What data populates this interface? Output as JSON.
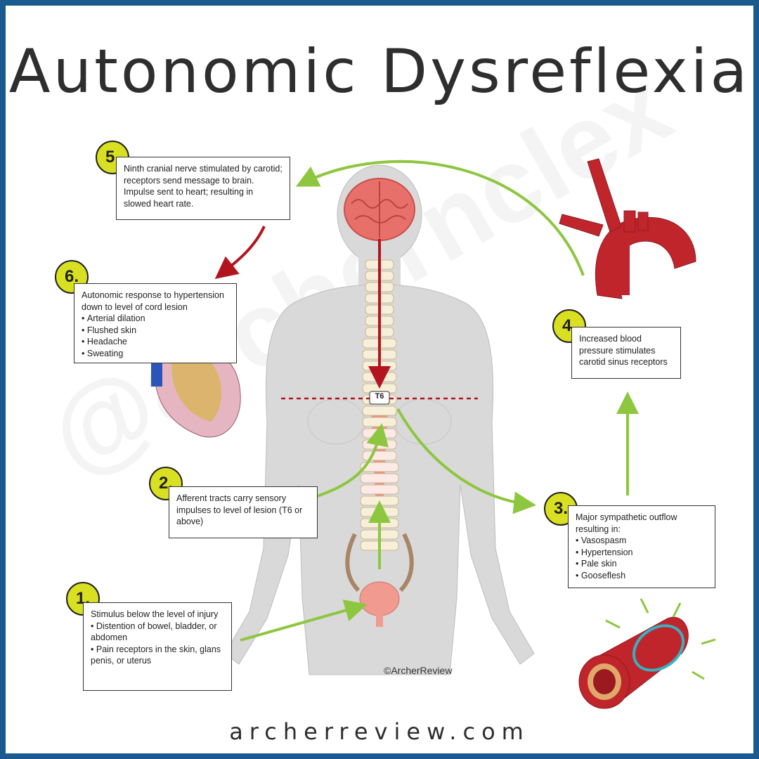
{
  "title": "Autonomic Dysreflexia",
  "footer": "archerreview.com",
  "credit": "©ArcherReview",
  "watermark": "@archernclex",
  "level_label": "T6",
  "steps": [
    {
      "number": "1.",
      "text": "Stimulus below the level of injury",
      "bullets": [
        "Distention of bowel, bladder, or abdomen",
        "Pain receptors in the skin, glans penis, or uterus"
      ]
    },
    {
      "number": "2.",
      "text": "Afferent tracts carry sensory impulses to level of lesion (T6 or above)",
      "bullets": []
    },
    {
      "number": "3.",
      "text": "Major sympathetic outflow resulting in:",
      "bullets": [
        "Vasospasm",
        "Hypertension",
        "Pale skin",
        "Gooseflesh"
      ]
    },
    {
      "number": "4.",
      "text": "Increased blood pressure stimulates carotid sinus receptors",
      "bullets": []
    },
    {
      "number": "5.",
      "text": "Ninth cranial nerve stimulated by carotid; receptors send message to brain. Impulse sent to  heart; resulting in slowed heart rate.",
      "bullets": []
    },
    {
      "number": "6.",
      "text": "Autonomic response to hypertension down to level of cord lesion",
      "bullets": [
        "Arterial dilation",
        "Flushed skin",
        "Headache",
        "Sweating"
      ]
    }
  ],
  "colors": {
    "border": "#1a5a8f",
    "badge": "#d9e021",
    "green_arrow": "#8dc63f",
    "red_arrow": "#b3151f",
    "body": "#d9d9d9",
    "brain": "#e8706b",
    "artery": "#c0252c"
  }
}
